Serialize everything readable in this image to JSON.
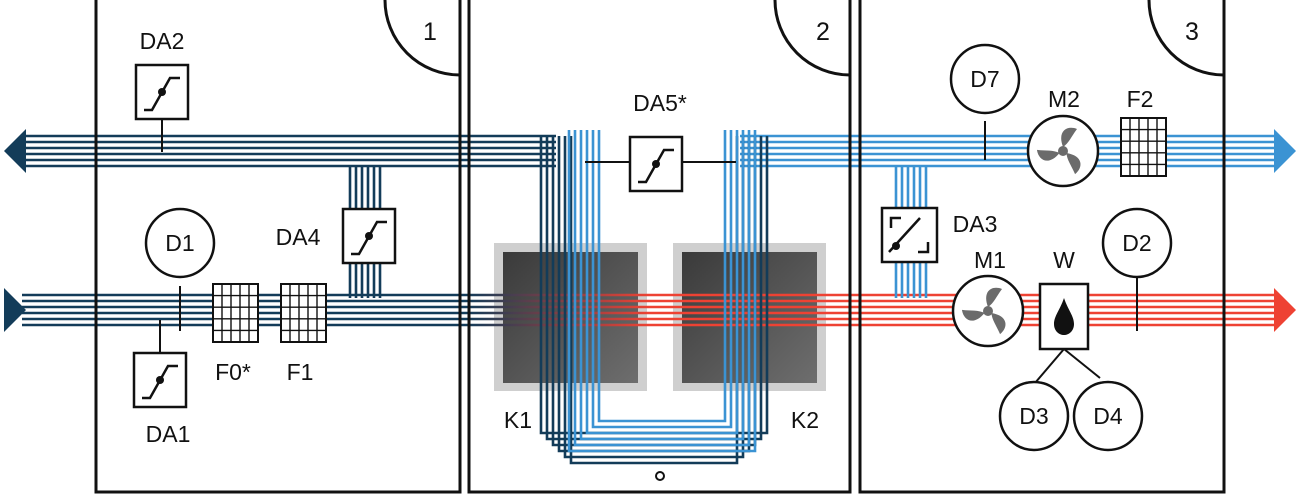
{
  "colors": {
    "return_duct": "#133c59",
    "supply_air_out": "#ee4233",
    "glycol_loop": "#3b93d3",
    "outline": "#111111",
    "exchanger_block": "#555555",
    "exchanger_frame": "#cccccc",
    "fan_icon": "#6b6b6b"
  },
  "sections": [
    {
      "number": "1"
    },
    {
      "number": "2"
    },
    {
      "number": "3"
    }
  ],
  "labels": {
    "da2": "DA2",
    "da1": "DA1",
    "da4": "DA4",
    "da5": "DA5*",
    "da3": "DA3",
    "d1": "D1",
    "d2": "D2",
    "d3": "D3",
    "d4": "D4",
    "d7": "D7",
    "f0": "F0*",
    "f1": "F1",
    "f2": "F2",
    "m1": "M1",
    "m2": "M2",
    "w": "W",
    "k1": "K1",
    "k2": "K2"
  },
  "icons": {
    "damper": "damper-icon",
    "fan": "fan-icon",
    "filter": "filter-grid-icon",
    "humidifier": "water-drop-icon",
    "bypass": "bypass-damper-icon"
  }
}
